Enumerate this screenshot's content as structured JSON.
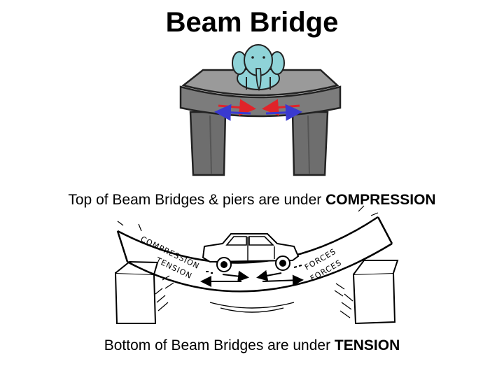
{
  "title": "Beam Bridge",
  "caption_top": {
    "text": "Top of Beam Bridges & piers are under ",
    "emphasis": "COMPRESSION"
  },
  "caption_bottom": {
    "text": "Bottom of Beam Bridges are under ",
    "emphasis": "TENSION"
  },
  "diagram_labels": {
    "compression": "COMPRESSION",
    "tension": "TENSION",
    "forces_top": "FORCES",
    "forces_bottom": "FORCES"
  },
  "colors": {
    "beam": "#8c8c8c",
    "pier": "#6e6e6e",
    "elephant": "#8fd3d8",
    "compression_arrow": "#e0232a",
    "tension_arrow": "#3a3ad0"
  }
}
